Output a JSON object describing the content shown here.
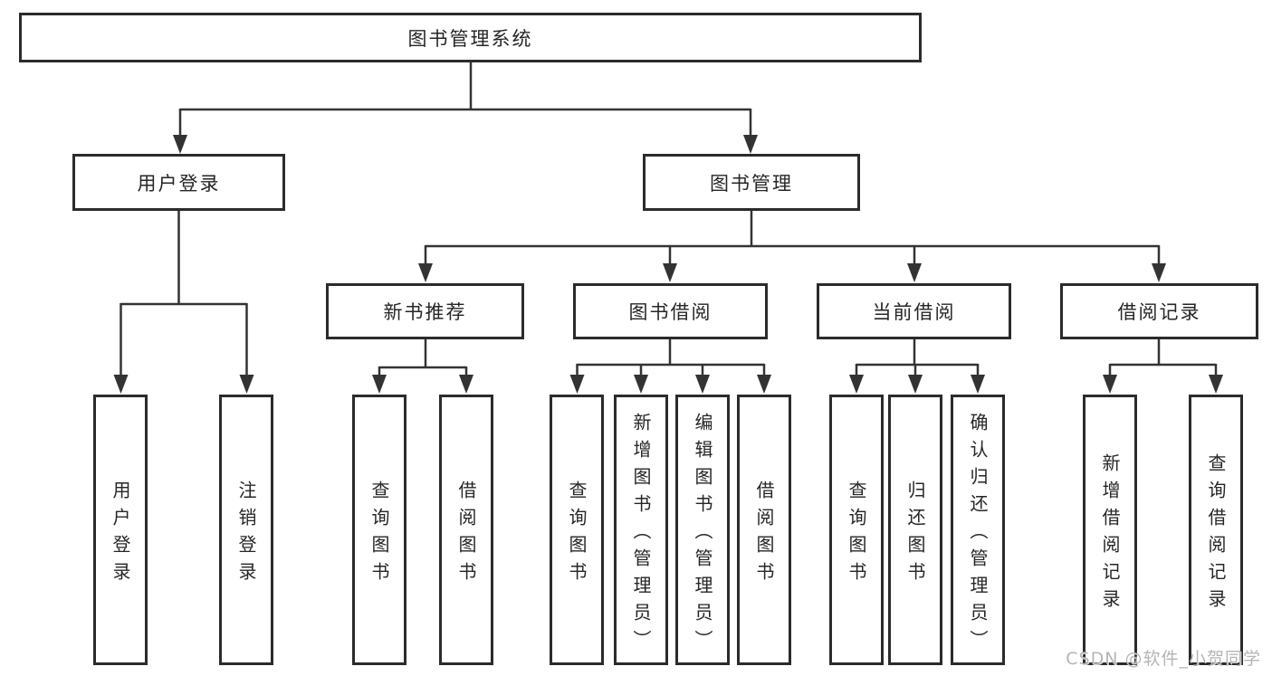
{
  "diagram": {
    "title": "图书管理系统",
    "tree": {
      "root": {
        "label": "图书管理系统"
      },
      "level2": [
        {
          "label": "用户登录",
          "children": [
            {
              "label": "用户登录"
            },
            {
              "label": "注销登录"
            }
          ]
        },
        {
          "label": "图书管理",
          "children": [
            {
              "label": "新书推荐",
              "children": [
                {
                  "label": "查询图书"
                },
                {
                  "label": "借阅图书"
                }
              ]
            },
            {
              "label": "图书借阅",
              "children": [
                {
                  "label": "查询图书"
                },
                {
                  "label": "新增图书（管理员）"
                },
                {
                  "label": "编辑图书（管理员）"
                },
                {
                  "label": "借阅图书"
                }
              ]
            },
            {
              "label": "当前借阅",
              "children": [
                {
                  "label": "查询图书"
                },
                {
                  "label": "归还图书"
                },
                {
                  "label": "确认归还（管理员）"
                }
              ]
            },
            {
              "label": "借阅记录",
              "children": [
                {
                  "label": "新增借阅记录"
                },
                {
                  "label": "查询借阅记录"
                }
              ]
            }
          ]
        }
      ]
    },
    "colors": {
      "line": "#333333",
      "box_border": "#2b2b2b",
      "text": "#262626",
      "watermark": "#b5b5b5",
      "background": "#ffffff"
    }
  },
  "watermark": {
    "text": "CSDN @软件_小贺同学"
  }
}
